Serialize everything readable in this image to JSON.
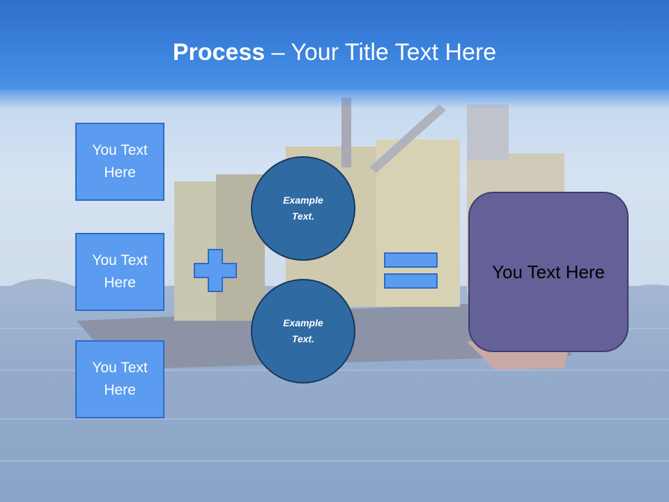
{
  "slide": {
    "title_bold": "Process",
    "title_rest": " – Your Title Text Here"
  },
  "left_boxes": [
    {
      "text": "You Text Here"
    },
    {
      "text": "You Text Here"
    },
    {
      "text": "You Text Here"
    }
  ],
  "circles": [
    {
      "line1": "Example",
      "line2": "Text."
    },
    {
      "line1": "Example",
      "line2": "Text."
    }
  ],
  "result_box": {
    "text": "You Text Here"
  },
  "colors": {
    "title_bar": "#3b82dc",
    "box_fill": "#5b9bf0",
    "circle_fill": "#2f6aa3",
    "result_fill": "#646198"
  },
  "background_image": "container-ship-at-sea"
}
